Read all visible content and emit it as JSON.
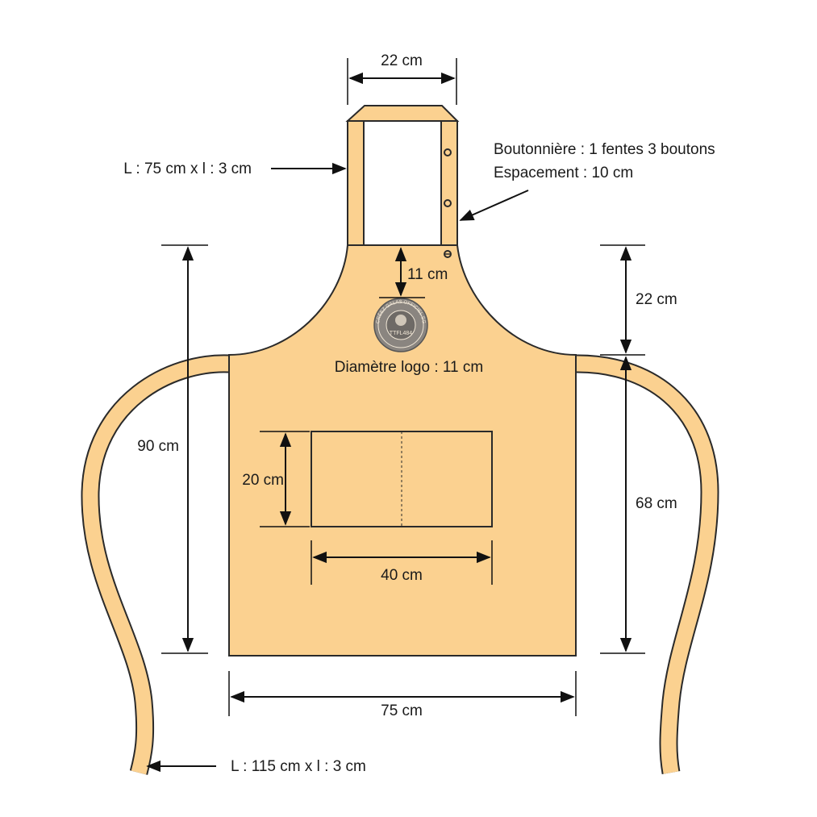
{
  "colors": {
    "fabric": "#fbd190",
    "outline": "#2a2a2a",
    "ink": "#111111"
  },
  "labels": {
    "neck_width": "22 cm",
    "neck_strap": "L : 75 cm x l :  3 cm",
    "buttonhole_line1": "Boutonnière : 1 fentes 3 boutons",
    "buttonhole_line2": "Espacement : 10 cm",
    "logo_offset": "11 cm",
    "bib_height": "22 cm",
    "total_height": "90 cm",
    "logo_diameter": "Diamètre logo : 11 cm",
    "pocket_height": "20 cm",
    "body_height": "68 cm",
    "pocket_width": "40 cm",
    "apron_width": "75 cm",
    "waist_ties": "L : 115 cm x l :  3 cm"
  },
  "logo": {
    "ring_text": "CRÉEZ GALAS OFFICIEL SG",
    "center_text": "TTFL484"
  },
  "icons": [
    "button-icon",
    "arrow-icon",
    "logo-icon"
  ]
}
